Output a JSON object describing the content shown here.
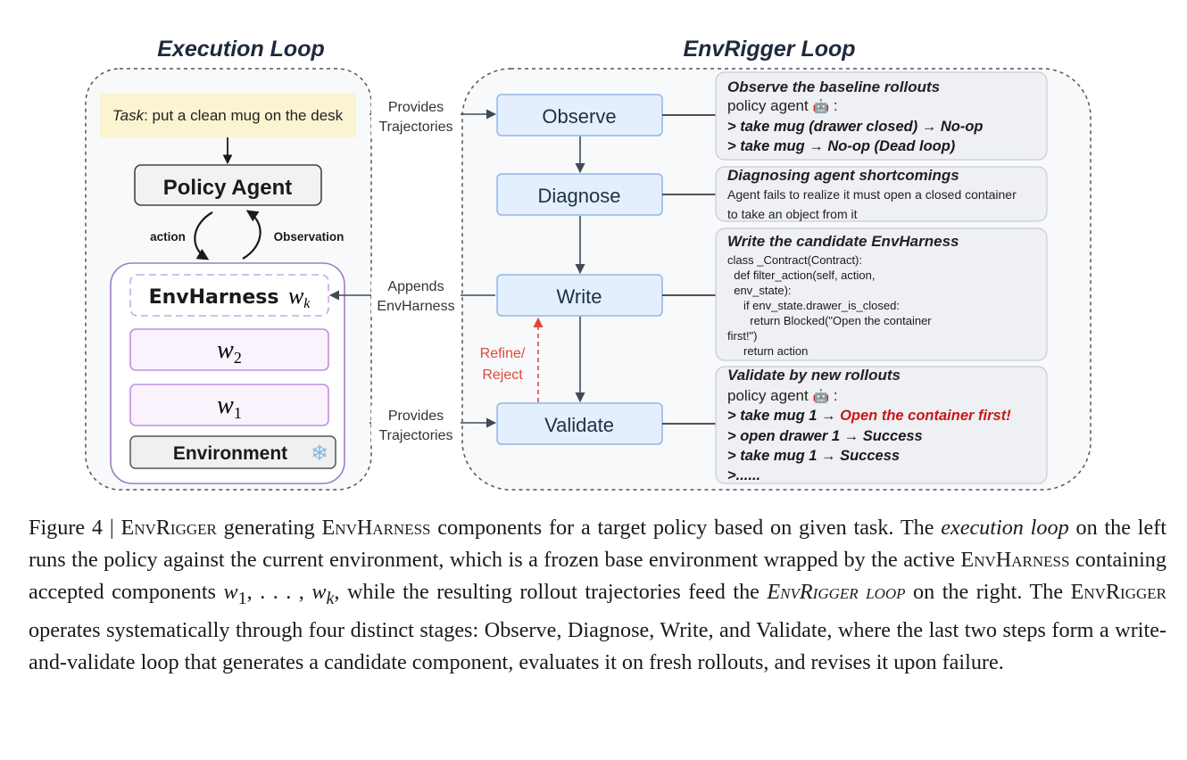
{
  "diagram": {
    "execution_title": "Execution Loop",
    "envrigger_title": "EnvRigger Loop",
    "task": {
      "label": "Task",
      "text": ": put a clean mug on the desk"
    },
    "policy_agent": "Policy Agent",
    "action_label": "action",
    "observation_label": "Observation",
    "harness_label": "EnvHarness",
    "harness_wk_symbol": "w",
    "harness_wk_sub": "k",
    "w2_symbol": "w",
    "w2_sub": "2",
    "w1_symbol": "w",
    "w1_sub": "1",
    "environment_label": "Environment",
    "snowflake": "❄",
    "edges": {
      "provides_top": [
        "Provides",
        "Trajectories"
      ],
      "appends": [
        "Appends",
        "EnvHarness"
      ],
      "provides_bottom": [
        "Provides",
        "Trajectories"
      ],
      "refine": [
        "Refine/",
        "Reject"
      ]
    },
    "stages": [
      "Observe",
      "Diagnose",
      "Write",
      "Validate"
    ],
    "panels": {
      "observe": {
        "title": "Observe the baseline rollouts",
        "policy_line": "policy agent",
        "robot": "🤖",
        "colon": " :",
        "lines": [
          "> take mug (drawer closed) → No-op",
          "> take mug → No-op (Dead loop)"
        ]
      },
      "diagnose": {
        "title": "Diagnosing agent shortcomings",
        "lines": [
          "Agent fails to realize it must open a closed container",
          "to take an object from it"
        ]
      },
      "write": {
        "title": "Write the candidate EnvHarness",
        "code": [
          "class _Contract(Contract):",
          "  def filter_action(self, action,",
          "  env_state):",
          "     if env_state.drawer_is_closed:",
          "       return Blocked(\"Open the container",
          "first!\")",
          "     return action"
        ]
      },
      "validate": {
        "title": "Validate by new rollouts",
        "policy_line": "policy agent",
        "robot": "🤖",
        "colon": " :",
        "line1_prefix": "> take mug 1 → ",
        "line1_red": "Open the container first!",
        "lines": [
          "> open drawer 1 → Success",
          "> take mug 1 → Success",
          ">......"
        ]
      }
    }
  },
  "caption": {
    "fig": "Figure 4 | ",
    "p1": "EnvRigger",
    "p2": " generating ",
    "p3": "EnvHarness",
    "p4": " components for a target policy based on given task. The ",
    "p5": "execution loop",
    "p6": " on the left runs the policy against the current environment, which is a frozen base environment wrapped by the active ",
    "p7": "EnvHarness",
    "p8": " containing accepted components ",
    "p9": "w",
    "p10": "1",
    "p11": ", . . . , ",
    "p12": "w",
    "p13": "k",
    "p14": ", while the resulting rollout trajectories feed the ",
    "p15": "EnvRigger loop",
    "p16": " on the right. The ",
    "p17": "EnvRigger",
    "p18": " operates systematically through four distinct stages: Observe, Diagnose, Write, and Validate, where the last two steps form a write-and-validate loop that generates a candidate component, evaluates it on fresh rollouts, and revises it upon failure."
  },
  "colors": {
    "stage_fill": "#e3effd",
    "stage_stroke": "#8fb7e6",
    "panel_fill": "#eef0f4",
    "task_fill": "#fbf4d2",
    "harness_stroke": "#a07cc2",
    "w_fill": "#faf2fd",
    "w_stroke": "#c28fe0",
    "refine_red": "#e0473a",
    "validate_red": "#c71818"
  }
}
